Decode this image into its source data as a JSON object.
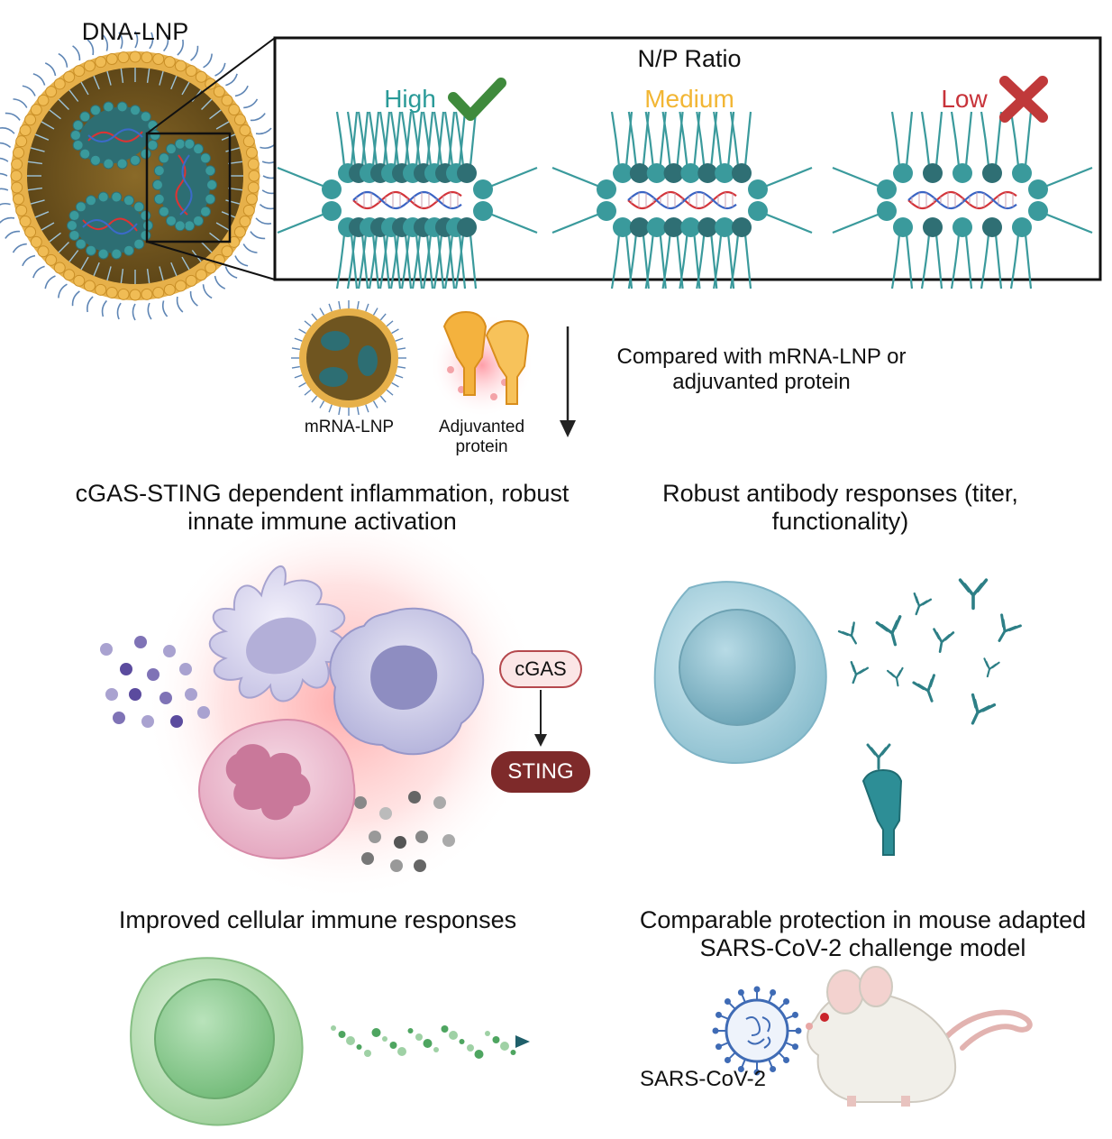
{
  "dna_lnp": {
    "label": "DNA-LNP"
  },
  "np_ratio": {
    "title": "N/P Ratio",
    "levels": [
      {
        "label": "High",
        "color": "#2a9a98",
        "mark": "check-icon",
        "mark_color": "#3f8a3c"
      },
      {
        "label": "Medium",
        "color": "#f2b634"
      },
      {
        "label": "Low",
        "color": "#c8333a",
        "mark": "cross-icon",
        "mark_color": "#c0393a"
      }
    ]
  },
  "comparison": {
    "mrna_label": "mRNA-LNP",
    "protein_label": "Adjuvanted protein",
    "text": "Compared with mRNA-LNP or adjuvanted protein"
  },
  "innate": {
    "title": "cGAS-STING dependent inflammation, robust innate immune activation",
    "cgas": "cGAS",
    "sting": "STING"
  },
  "antibody": {
    "title": "Robust antibody responses (titer, functionality)"
  },
  "cellular": {
    "title": "Improved cellular immune responses"
  },
  "protection": {
    "title": "Comparable protection in mouse adapted SARS-CoV-2 challenge model",
    "virus_label": "SARS-CoV-2"
  },
  "colors": {
    "lipid_teal": "#3a9a9c",
    "lipid_dark": "#2f6f74",
    "lnp_gold": "#e0a63d",
    "lnp_core": "#6f5520",
    "peg_blue": "#5f86b5",
    "sting_red": "#7e2a2a",
    "cgas_fill": "#fbe6e6"
  }
}
